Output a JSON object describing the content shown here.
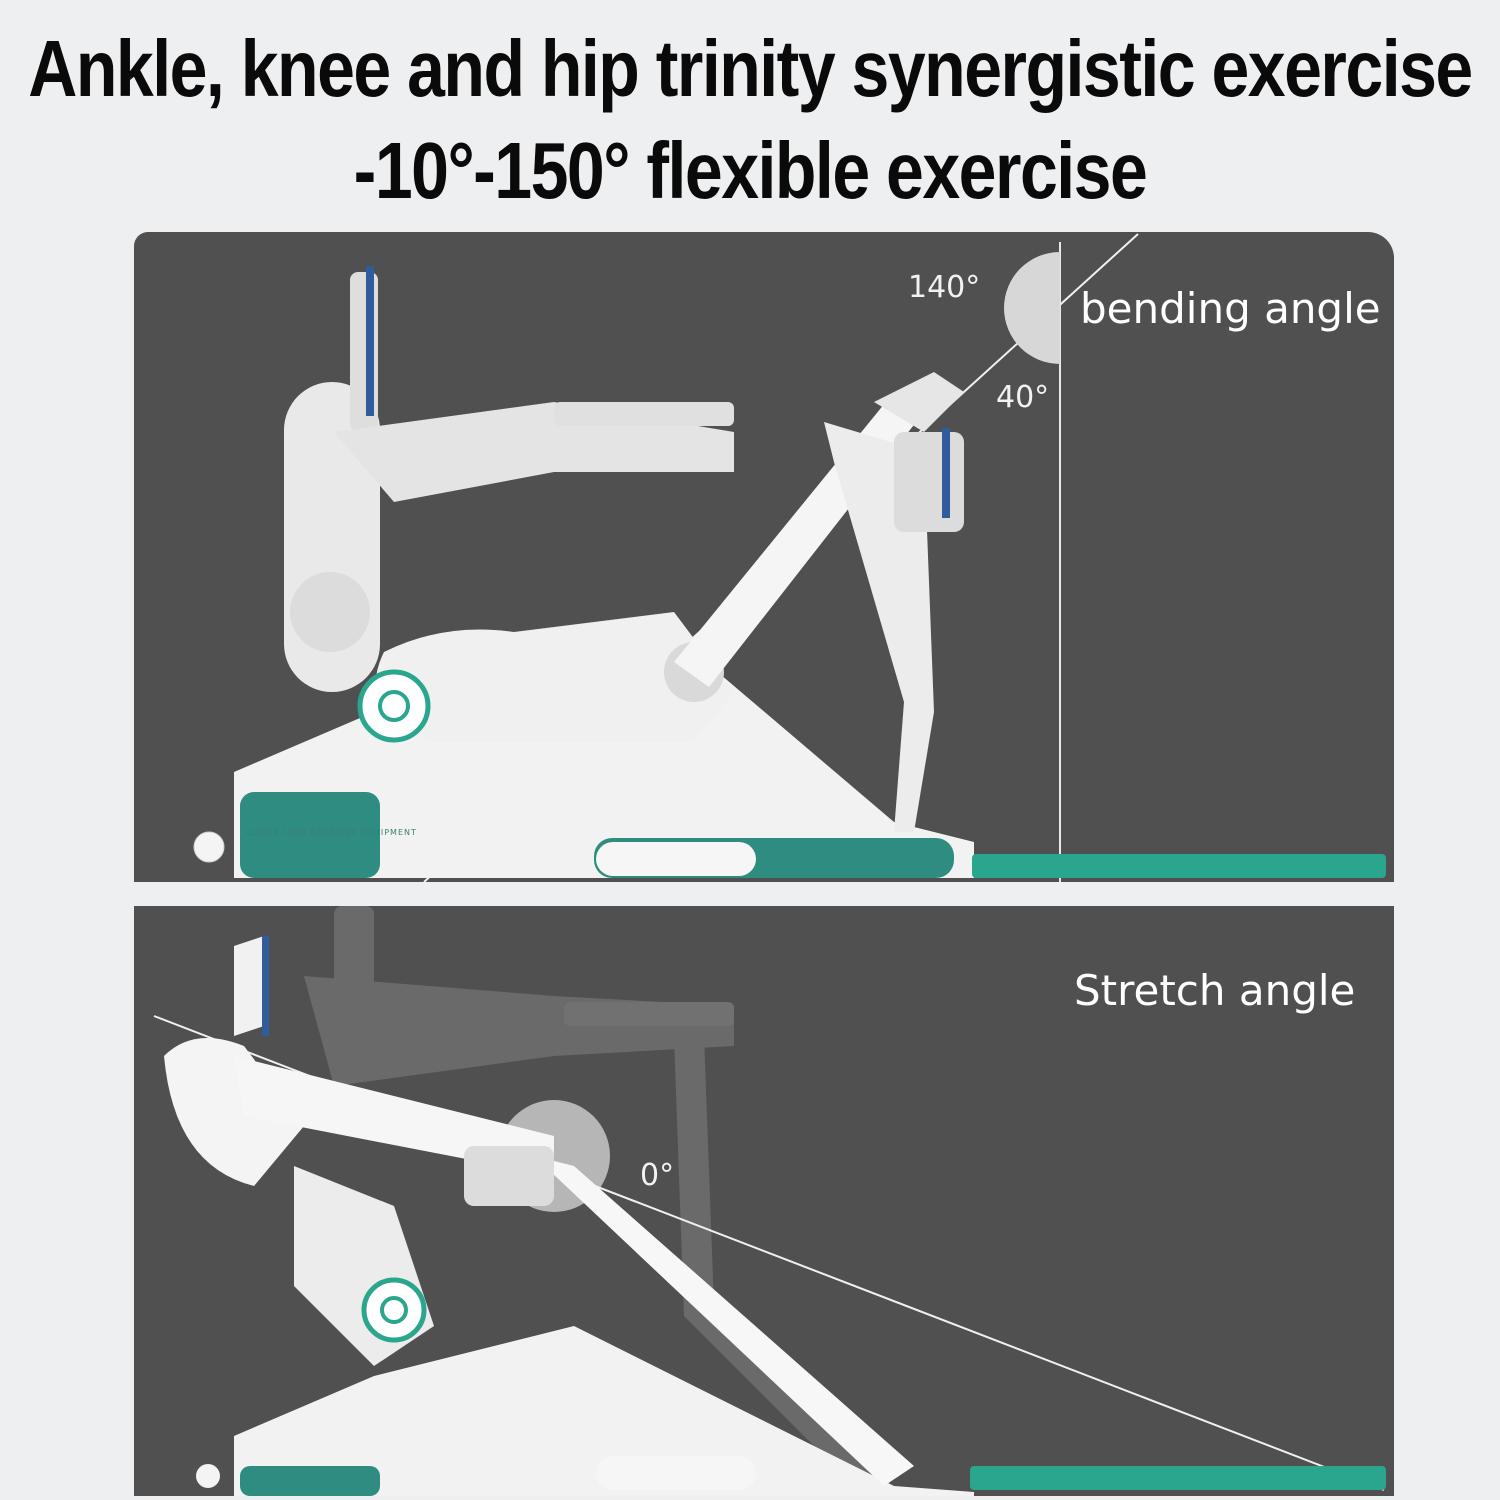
{
  "headline": {
    "line1": "Ankle, knee and hip trinity synergistic exercise",
    "line2": "-10°-150° flexible exercise"
  },
  "top_panel": {
    "label": "bending angle",
    "angle_large": "140°",
    "angle_small": "40°",
    "device_caption": "LOWER LIMB EXERCISE EQUIPMENT"
  },
  "bottom_panel": {
    "label": "Stretch angle",
    "angle": "0°"
  },
  "colors": {
    "panel": "#505050",
    "device": "#f3f3f3",
    "accent_teal": "#2aa58e",
    "strap_blue": "#2f5d9c",
    "background": "#eeeff1"
  }
}
